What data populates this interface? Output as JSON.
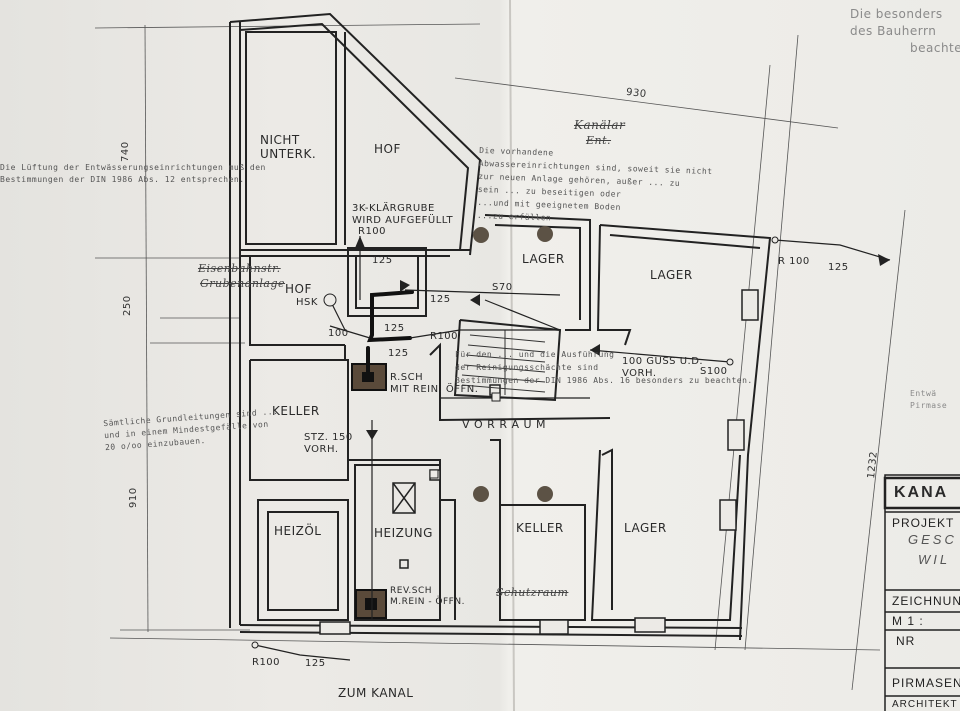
{
  "rooms": {
    "nicht_unterk": [
      "NICHT",
      "UNTERK."
    ],
    "hof_top": "HOF",
    "hof_mid": "HOF",
    "lager_small": "LAGER",
    "lager_right": "LAGER",
    "keller_left": "KELLER",
    "vorraum": "V O R R A U M",
    "heizoel": "HEIZÖL",
    "heizung": "HEIZUNG",
    "keller_mid": "KELLER",
    "lager_bottom": "LAGER"
  },
  "labels": {
    "klaergrube": [
      "3K-KLÄRGRUBE",
      "WIRD AUFGEFÜLLT"
    ],
    "hsk": "HSK",
    "r_sch": [
      "R.SCH",
      "MIT REIN. ÖFFN."
    ],
    "stz": [
      "STZ. 150",
      "VORH."
    ],
    "guss": [
      "100 GUSS U.D.",
      "VORH."
    ],
    "rev_sch": [
      "REV.SCH",
      "M.REIN - ÖFFN."
    ],
    "zum_kanal": "ZUM KANAL"
  },
  "pipes": {
    "r100_kg": "R100",
    "n125_a": "125",
    "n125_b": "125",
    "n125_c": "125",
    "n125_d": "125",
    "n100_hsk": "100",
    "r100_mid": "R100",
    "s70": "S70",
    "r100_right": "R 100",
    "n125_right": "125",
    "s100": "S100",
    "r100_bottom": "R100",
    "n125_bottom": "125"
  },
  "dimensions": {
    "d930": "930",
    "d740": "740",
    "d250": "250",
    "d910": "910",
    "d1232": "1232"
  },
  "notes": {
    "left_note": [
      "Die Lüftung der Entwässerungseinrichtungen muß den",
      "Bestimmungen der DIN 1986 Abs. 12 entsprechen."
    ],
    "center_note": [
      "Die vorhandene",
      "Abwassereinrichtungen sind, soweit sie nicht",
      "zur neuen Anlage gehören, außer ... zu",
      "sein ... zu beseitigen oder",
      "...und mit geeignetem Boden",
      "...zu erfüllen"
    ],
    "mid_note": [
      "Für den ... und die Ausführung",
      "der Reinigungsschächte sind",
      "Bestimmungen der DIN 1986 Abs. 16 besonders zu beachten."
    ],
    "grund_note": [
      "Sämtliche Grundleitungen sind ...",
      "und in einem Mindestgefälle von",
      "20 o/oo einzubauen."
    ],
    "top_right_faint": [
      "Die besonders",
      "des Bauherrn",
      "beachte"
    ]
  },
  "strikeouts": {
    "a": "Kanälar",
    "b": "Ent.",
    "c": "Eisenbahnstr.",
    "d": "Grubenanlage",
    "e": "Schutzraum"
  },
  "title_block": {
    "heading": "KANA",
    "projekt": "PROJEKT",
    "project_line1": "GESC",
    "project_line2": "WIL",
    "zeichnung": "ZEICHNUN",
    "scale": "M 1 :",
    "nr": "NR",
    "place": "PIRMASEN",
    "architect": "ARCHITEKT"
  },
  "right_faint": [
    "Entwä",
    "Pirmase"
  ]
}
